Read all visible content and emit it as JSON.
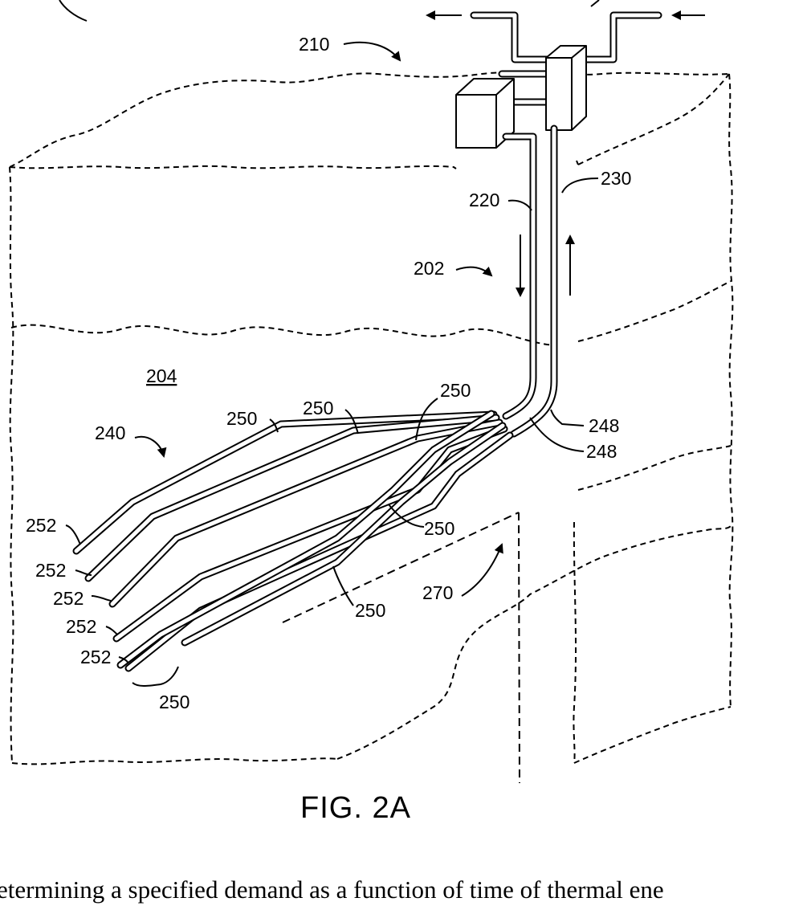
{
  "labels": {
    "system": "210",
    "well": "202",
    "formation": "204",
    "heat_exchanger": "240",
    "inlet_pipe": "220",
    "outlet_pipe": "230",
    "junction_a": "248",
    "junction_b": "248",
    "lateral_1": "250",
    "lateral_2": "250",
    "lateral_3": "250",
    "lateral_4": "250",
    "lateral_5": "250",
    "lateral_group": "250",
    "end_1": "252",
    "end_2": "252",
    "end_3": "252",
    "end_4": "252",
    "end_5": "252",
    "region": "270"
  },
  "caption": "FIG. 2A",
  "body_text": "etermining a specified demand as a function of time of thermal ene"
}
